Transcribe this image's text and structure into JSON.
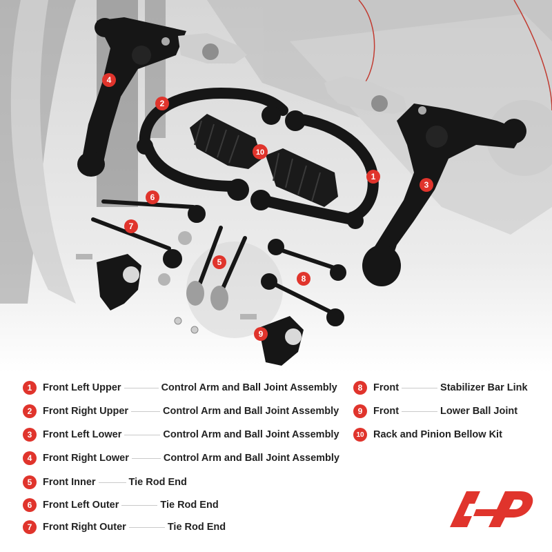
{
  "legend": {
    "items": [
      {
        "num": "1",
        "left": "Front Left Upper",
        "right": "Control Arm and Ball Joint Assembly"
      },
      {
        "num": "2",
        "left": "Front Right Upper",
        "right": "Control Arm and Ball Joint Assembly"
      },
      {
        "num": "3",
        "left": "Front Left Lower",
        "right": "Control Arm and Ball Joint Assembly"
      },
      {
        "num": "4",
        "left": "Front Right Lower",
        "right": "Control Arm and Ball Joint Assembly"
      },
      {
        "num": "5",
        "left": "Front Inner",
        "right": "Tie Rod End"
      },
      {
        "num": "6",
        "left": "Front Left Outer",
        "right": "Tie Rod End"
      },
      {
        "num": "7",
        "left": "Front Right Outer",
        "right": "Tie Rod End"
      },
      {
        "num": "8",
        "left": "Front",
        "right": "Stabilizer Bar Link"
      },
      {
        "num": "9",
        "left": "Front",
        "right": "Lower Ball Joint"
      },
      {
        "num": "10",
        "left": "Rack and Pinion Bellow Kit",
        "right": ""
      }
    ]
  },
  "callouts": [
    "1",
    "2",
    "3",
    "4",
    "5",
    "6",
    "7",
    "8",
    "9",
    "10"
  ],
  "colors": {
    "accent": "#e0342c",
    "part": "#161616",
    "bg_gray": "#e6e6e6"
  },
  "icons": {
    "brand_logo": "a-premium-logo-icon"
  }
}
